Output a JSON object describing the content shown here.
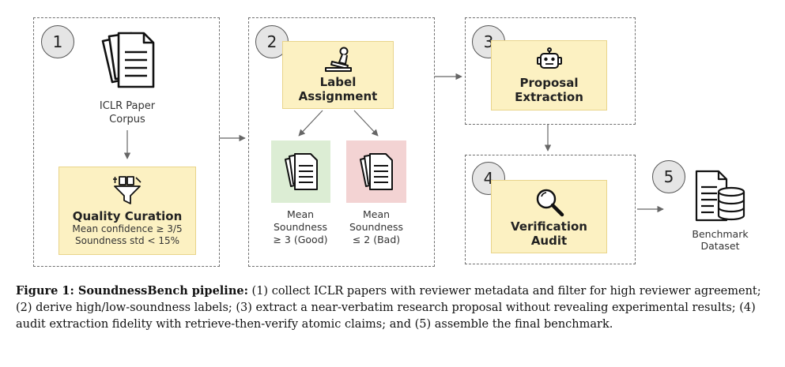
{
  "stages": [
    {
      "number": "1"
    },
    {
      "number": "2"
    },
    {
      "number": "3"
    },
    {
      "number": "4"
    },
    {
      "number": "5"
    }
  ],
  "corpus": {
    "label": "ICLR Paper\nCorpus"
  },
  "quality": {
    "title": "Quality Curation",
    "line1": "Mean confidence ≥ 3/5",
    "line2": "Soundness std < 15%"
  },
  "label_assignment": {
    "title": "Label\nAssignment"
  },
  "good": {
    "label": "Mean\nSoundness\n≥ 3 (Good)",
    "color": "#dcedd4"
  },
  "bad": {
    "label": "Mean\nSoundness\n≤ 2 (Bad)",
    "color": "#f3d3d3"
  },
  "proposal": {
    "title": "Proposal\nExtraction"
  },
  "verification": {
    "title": "Verification\nAudit"
  },
  "benchmark": {
    "label": "Benchmark\nDataset"
  },
  "colors": {
    "highlight": "#fcf1c2",
    "highlight_border": "#e9d48a",
    "badge": "#e5e5e5"
  },
  "icons": [
    "documents-icon",
    "funnel-icon",
    "stamp-icon",
    "robot-icon",
    "magnifier-icon",
    "database-icon"
  ],
  "caption": {
    "label": "Figure 1: SoundnessBench pipeline:",
    "text": " (1) collect ICLR papers with reviewer metadata and filter for high reviewer agreement; (2) derive high/low-soundness labels; (3) extract a near-verbatim research proposal without revealing experimental results; (4) audit extraction fidelity with retrieve-then-verify atomic claims; and (5) assemble the final benchmark."
  }
}
